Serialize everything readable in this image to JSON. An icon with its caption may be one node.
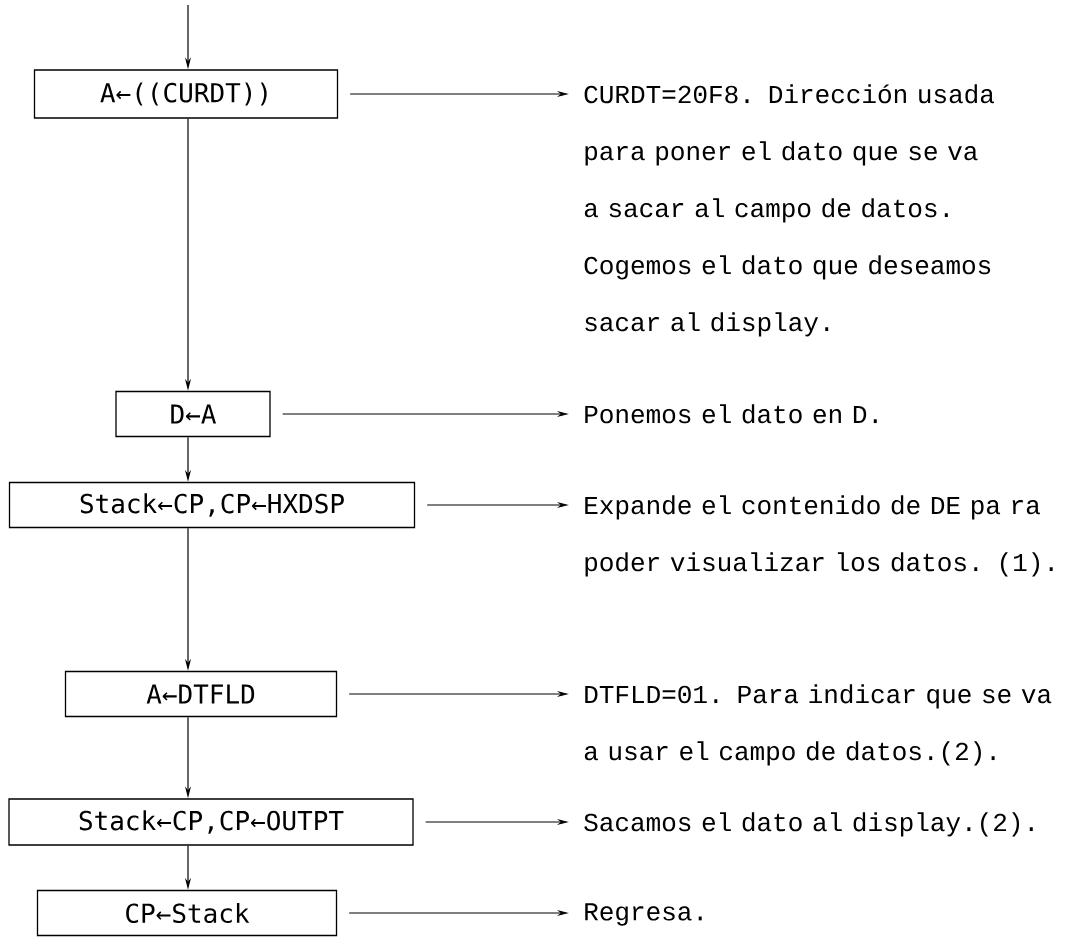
{
  "diagram": {
    "nodes": [
      {
        "text": [
          "A←((CURDT))"
        ]
      },
      {
        "text": [
          "CURDT=20F8. Dirección usada para poner el dato que se va a sacar al campo de datos. Cogemos el dato que deseamos sacar al display."
        ]
      },
      {
        "text": [
          "D←A"
        ]
      },
      {
        "text": [
          "Ponemos el dato en D."
        ]
      },
      {
        "text": [
          "Stack←CP,CP←HXDSP"
        ]
      },
      {
        "text": [
          "Expande el contenido de DE pa ra poder visualizar los datos. (1)."
        ]
      },
      {
        "text": [
          "A←DTFLD"
        ]
      },
      {
        "text": [
          "DTFLD=01. Para indicar que se va a usar el campo de datos.(2)."
        ]
      },
      {
        "text": [
          "Stack←CP,CP←OUTPT"
        ]
      },
      {
        "text": [
          "Sacamos el dato al display.(2)."
        ]
      },
      {
        "text": [
          "CP←Stack"
        ]
      },
      {
        "text": [
          "Regresa."
        ]
      }
    ],
    "edges": [
      {
        "from": null,
        "to": 0,
        "arrow": "to"
      },
      {
        "from": 0,
        "to": 2,
        "arrow": "to"
      },
      {
        "from": 2,
        "to": 4,
        "arrow": "to"
      },
      {
        "from": 4,
        "to": 6,
        "arrow": "to"
      },
      {
        "from": 6,
        "to": 8,
        "arrow": "to"
      },
      {
        "from": 8,
        "to": 10,
        "arrow": "to"
      },
      {
        "from": 0,
        "to": 1,
        "arrow": "to"
      },
      {
        "from": 2,
        "to": 3,
        "arrow": "to"
      },
      {
        "from": 4,
        "to": 5,
        "arrow": "to"
      },
      {
        "from": 6,
        "to": 7,
        "arrow": "to"
      },
      {
        "from": 8,
        "to": 9,
        "arrow": "to"
      },
      {
        "from": 10,
        "to": 11,
        "arrow": "to"
      }
    ]
  }
}
